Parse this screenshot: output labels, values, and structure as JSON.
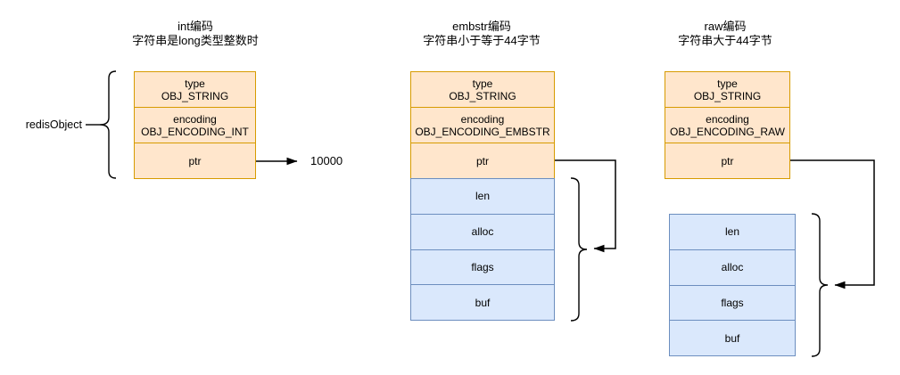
{
  "labels": {
    "redis_object": "redisObject"
  },
  "sections": [
    {
      "id": "int",
      "title_line1": "int编码",
      "title_line2": "字符串是long类型整数时",
      "object_cells": [
        {
          "line1": "type",
          "line2": "OBJ_STRING"
        },
        {
          "line1": "encoding",
          "line2": "OBJ_ENCODING_INT"
        },
        {
          "line1": "ptr",
          "line2": ""
        }
      ],
      "pointer_value": "10000"
    },
    {
      "id": "embstr",
      "title_line1": "embstr编码",
      "title_line2": "字符串小于等于44字节",
      "object_cells": [
        {
          "line1": "type",
          "line2": "OBJ_STRING"
        },
        {
          "line1": "encoding",
          "line2": "OBJ_ENCODING_EMBSTR"
        },
        {
          "line1": "ptr",
          "line2": ""
        }
      ],
      "sds_cells": [
        "len",
        "alloc",
        "flags",
        "buf"
      ]
    },
    {
      "id": "raw",
      "title_line1": "raw编码",
      "title_line2": "字符串大于44字节",
      "object_cells": [
        {
          "line1": "type",
          "line2": "OBJ_STRING"
        },
        {
          "line1": "encoding",
          "line2": "OBJ_ENCODING_RAW"
        },
        {
          "line1": "ptr",
          "line2": ""
        }
      ],
      "sds_cells": [
        "len",
        "alloc",
        "flags",
        "buf"
      ]
    }
  ],
  "colors": {
    "object_fill": "#ffe6cc",
    "object_border": "#d79b00",
    "sds_fill": "#dae8fc",
    "sds_border": "#6c8ebf",
    "line": "#000000",
    "background": "#ffffff"
  }
}
